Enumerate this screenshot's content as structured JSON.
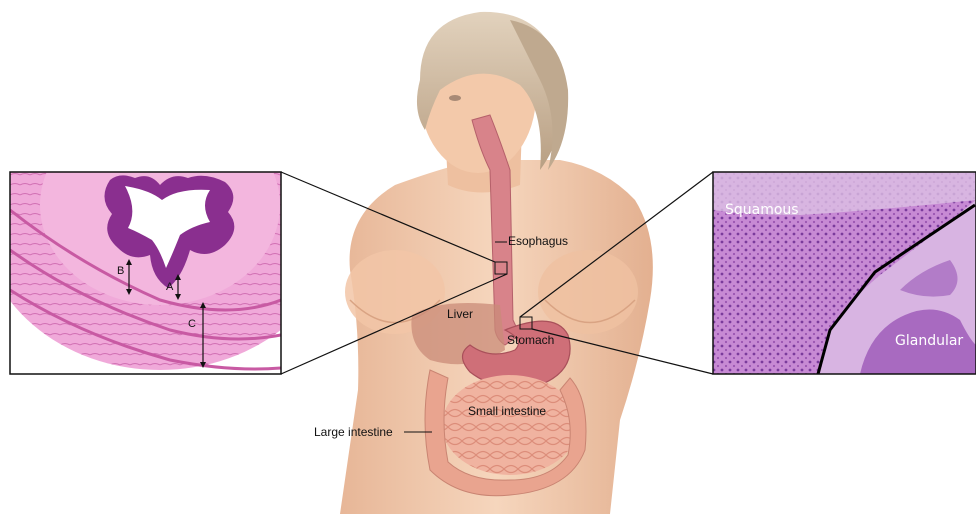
{
  "figure": {
    "labels": {
      "esophagus": "Esophagus",
      "liver": "Liver",
      "stomach": "Stomach",
      "small_intestine": "Small intestine",
      "large_intestine": "Large intestine"
    },
    "left_panel": {
      "layer_a": "A",
      "layer_b": "B",
      "layer_c": "C"
    },
    "right_panel": {
      "region_1": "Squamous",
      "region_2": "Glandular"
    },
    "colors": {
      "stain_pink": "#e07fc0",
      "stain_purple": "#8a2f8f",
      "skin": "#f2c9a8",
      "organ_red": "#d4707a",
      "hair": "#cdb9a0"
    }
  }
}
